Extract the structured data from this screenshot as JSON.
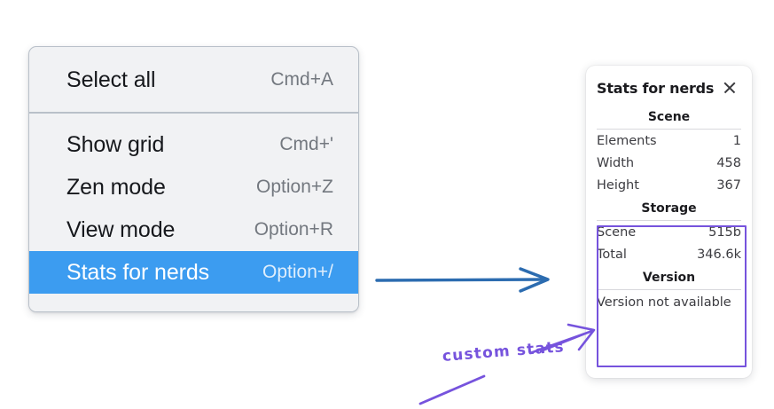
{
  "context_menu": {
    "groups": [
      {
        "items": [
          {
            "label": "Select all",
            "shortcut": "Cmd+A",
            "selected": false
          }
        ]
      },
      {
        "items": [
          {
            "label": "Show grid",
            "shortcut": "Cmd+'",
            "selected": false
          },
          {
            "label": "Zen mode",
            "shortcut": "Option+Z",
            "selected": false
          },
          {
            "label": "View mode",
            "shortcut": "Option+R",
            "selected": false
          },
          {
            "label": "Stats for nerds",
            "shortcut": "Option+/",
            "selected": true
          }
        ]
      }
    ],
    "highlight_color": "#3c9cf0"
  },
  "stats_panel": {
    "title": "Stats for nerds",
    "close_icon": "close-icon",
    "sections": [
      {
        "heading": "Scene",
        "rows": [
          {
            "key": "Elements",
            "value": "1"
          },
          {
            "key": "Width",
            "value": "458"
          },
          {
            "key": "Height",
            "value": "367"
          }
        ]
      },
      {
        "heading": "Storage",
        "rows": [
          {
            "key": "Scene",
            "value": "515b"
          },
          {
            "key": "Total",
            "value": "346.6k"
          }
        ]
      },
      {
        "heading": "Version",
        "single": "Version not available"
      }
    ]
  },
  "annotations": {
    "handwritten_label": "custom stats",
    "label_color": "#7653dd",
    "blue_arrow_color": "#2c6cb0",
    "purple_arrow_color": "#7653dd"
  }
}
